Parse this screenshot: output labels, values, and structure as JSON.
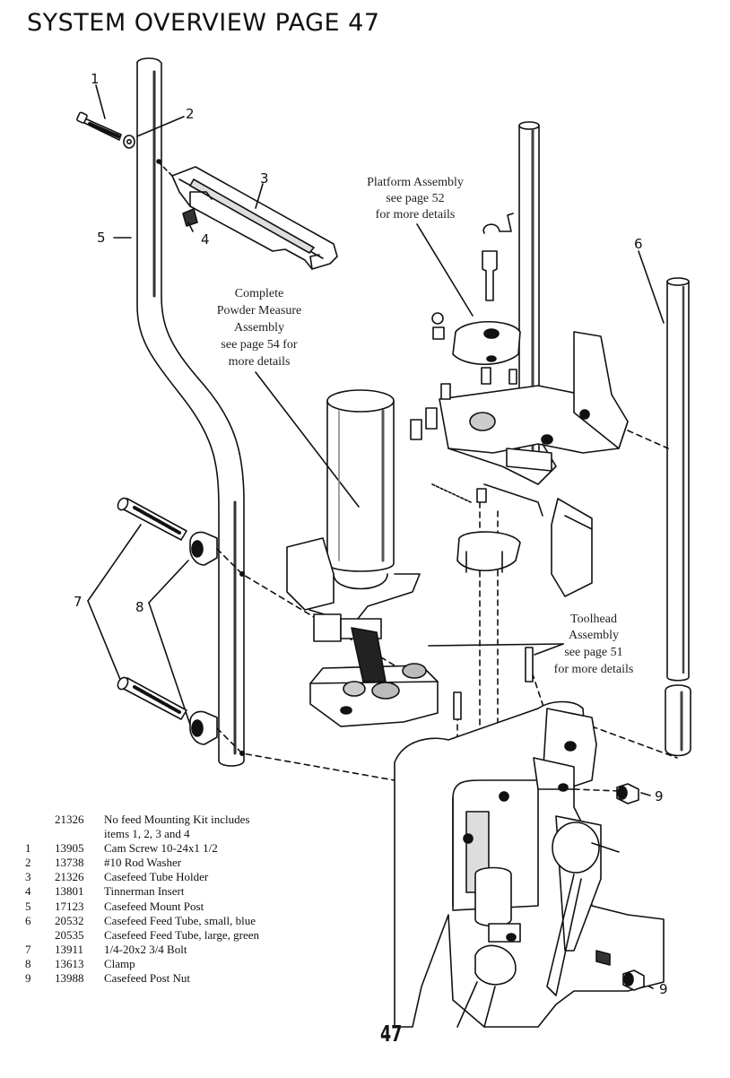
{
  "header": {
    "title": "SYSTEM OVERVIEW PAGE 47"
  },
  "callouts": {
    "n1": "1",
    "n2": "2",
    "n3": "3",
    "n4": "4",
    "n5": "5",
    "n6": "6",
    "n7": "7",
    "n8": "8",
    "n9a": "9",
    "n9b": "9",
    "platform": [
      "Platform Assembly",
      "see page 52",
      "for more details"
    ],
    "powder": [
      "Complete",
      "Powder Measure",
      "Assembly",
      "see page 54 for",
      "more details"
    ],
    "toolhead": [
      "Toolhead",
      "Assembly",
      "see page 51",
      "for more details"
    ]
  },
  "parts_list": [
    {
      "item": "",
      "part": "21326",
      "desc": "No feed Mounting Kit includes"
    },
    {
      "item": "",
      "part": "",
      "desc": "items 1, 2, 3 and 4"
    },
    {
      "item": "1",
      "part": "13905",
      "desc": "Cam Screw 10-24x1 1/2"
    },
    {
      "item": "2",
      "part": "13738",
      "desc": "#10 Rod Washer"
    },
    {
      "item": "3",
      "part": "21326",
      "desc": "Casefeed Tube Holder"
    },
    {
      "item": "4",
      "part": "13801",
      "desc": "Tinnerman Insert"
    },
    {
      "item": "5",
      "part": "17123",
      "desc": "Casefeed Mount Post"
    },
    {
      "item": "6",
      "part": "20532",
      "desc": "Casefeed Feed Tube, small, blue"
    },
    {
      "item": "",
      "part": "20535",
      "desc": "Casefeed Feed Tube, large, green"
    },
    {
      "item": "7",
      "part": "13911",
      "desc": "1/4-20x2 3/4 Bolt"
    },
    {
      "item": "8",
      "part": "13613",
      "desc": "Clamp"
    },
    {
      "item": "9",
      "part": "13988",
      "desc": "Casefeed Post Nut"
    }
  ],
  "footer": {
    "page_number": "47"
  }
}
